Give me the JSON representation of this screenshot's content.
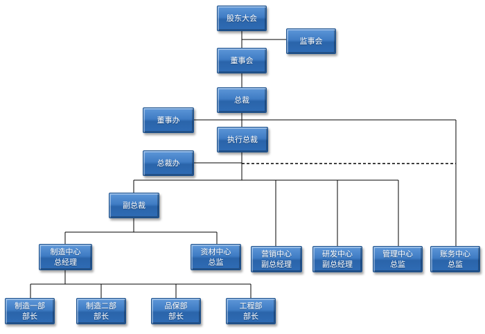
{
  "org_chart": {
    "shareholders_meeting": "股东大会",
    "supervisory_board": "监事会",
    "board_of_directors": "董事会",
    "president": "总裁",
    "board_office": "董事办",
    "executive_president": "执行总裁",
    "president_office": "总裁办",
    "vice_president": "副总裁",
    "manufacturing_center": {
      "line1": "制造中心",
      "line2": "总经理"
    },
    "materials_center": {
      "line1": "资材中心",
      "line2": "总监"
    },
    "marketing_center": {
      "line1": "营销中心",
      "line2": "副总经理"
    },
    "rd_center": {
      "line1": "研发中心",
      "line2": "副总经理"
    },
    "management_center": {
      "line1": "管理中心",
      "line2": "总监"
    },
    "finance_center": {
      "line1": "账务中心",
      "line2": "总监"
    },
    "manufacturing_dept_1": {
      "line1": "制造一部",
      "line2": "部长"
    },
    "manufacturing_dept_2": {
      "line1": "制造二部",
      "line2": "部长"
    },
    "quality_dept": {
      "line1": "品保部",
      "line2": "部长"
    },
    "engineering_dept": {
      "line1": "工程部",
      "line2": "部长"
    }
  },
  "colors": {
    "node_fill": "#3f7cc4",
    "node_text": "#ffffff",
    "connector": "#000000"
  }
}
